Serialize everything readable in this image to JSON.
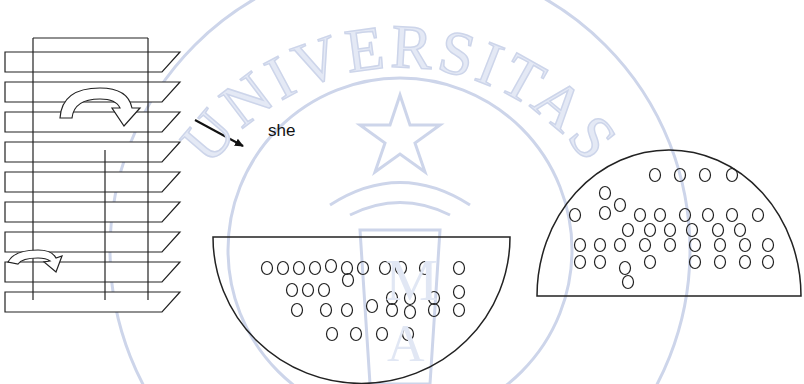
{
  "diagram": {
    "labels": [
      "UNIVERSITAS",
      "M",
      "A",
      "she"
    ]
  }
}
